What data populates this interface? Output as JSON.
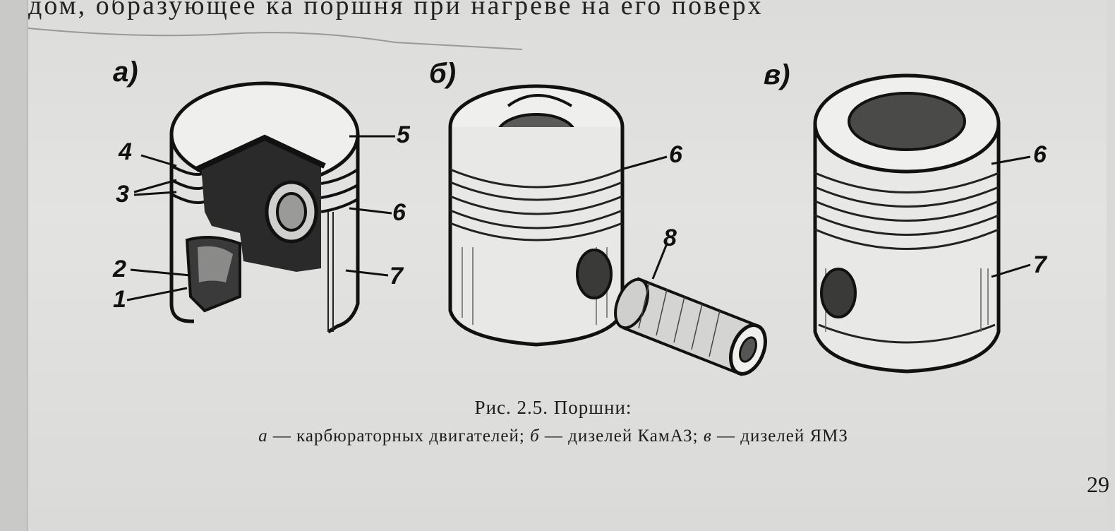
{
  "header_fragment": "дом, образующее ка   поршня при нагреве на его поверх",
  "panels": [
    {
      "letter": "а)",
      "labels": [
        "4",
        "3",
        "2",
        "1",
        "5",
        "6",
        "7"
      ]
    },
    {
      "letter": "б)",
      "labels": [
        "6",
        "8"
      ]
    },
    {
      "letter": "в)",
      "labels": [
        "6",
        "7"
      ]
    }
  ],
  "caption": {
    "title": "Рис. 2.5. Поршни:",
    "a_letter": "а",
    "a_text": " — карбюраторных двигателей; ",
    "b_letter": "б",
    "b_text": " — дизелей КамАЗ; ",
    "c_letter": "в",
    "c_text": " — дизелей ЯМЗ"
  },
  "page_number": "29"
}
